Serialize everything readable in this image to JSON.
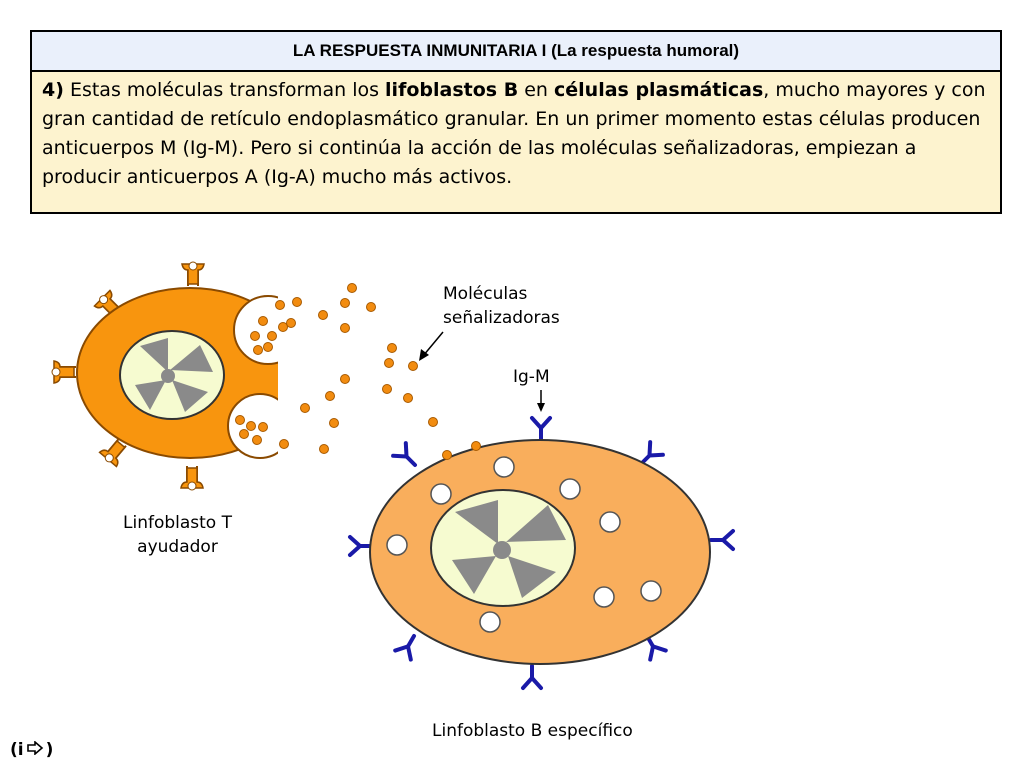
{
  "header": {
    "title": "LA RESPUESTA INMUNITARIA I (La respuesta humoral)"
  },
  "body": {
    "step": "4)",
    "t1": " Estas moléculas transforman los ",
    "b1": "lifoblastos B",
    "t2": " en ",
    "b2": "células plasmáticas",
    "t3": ", mucho mayores y con gran cantidad de retículo endoplasmático granular. En un primer momento estas células producen anticuerpos M (Ig-M). Pero si continúa la acción de las moléculas señalizadoras, empiezan a producir anticuerpos A (Ig-A) mucho más activos."
  },
  "labels": {
    "molecules_line1": "Moléculas",
    "molecules_line2": "señalizadoras",
    "igm": "Ig-M",
    "t_cell_line1": "Linfoblasto T",
    "t_cell_line2": "ayudador",
    "b_cell": "Linfoblasto B específico"
  },
  "footer": {
    "info": "(i",
    "close": ")",
    "arrow_icon": "arrow-right-icon"
  },
  "colors": {
    "t_cell": "#f8950e",
    "b_cell": "#f9ae5c",
    "nucleus": "#f6fbd0",
    "chromatin": "#8a8a8a",
    "antibody": "#1a1aa8",
    "molecule": "#f28c10",
    "header_bg": "#eaf0fb",
    "body_bg": "#fdf3cf"
  }
}
